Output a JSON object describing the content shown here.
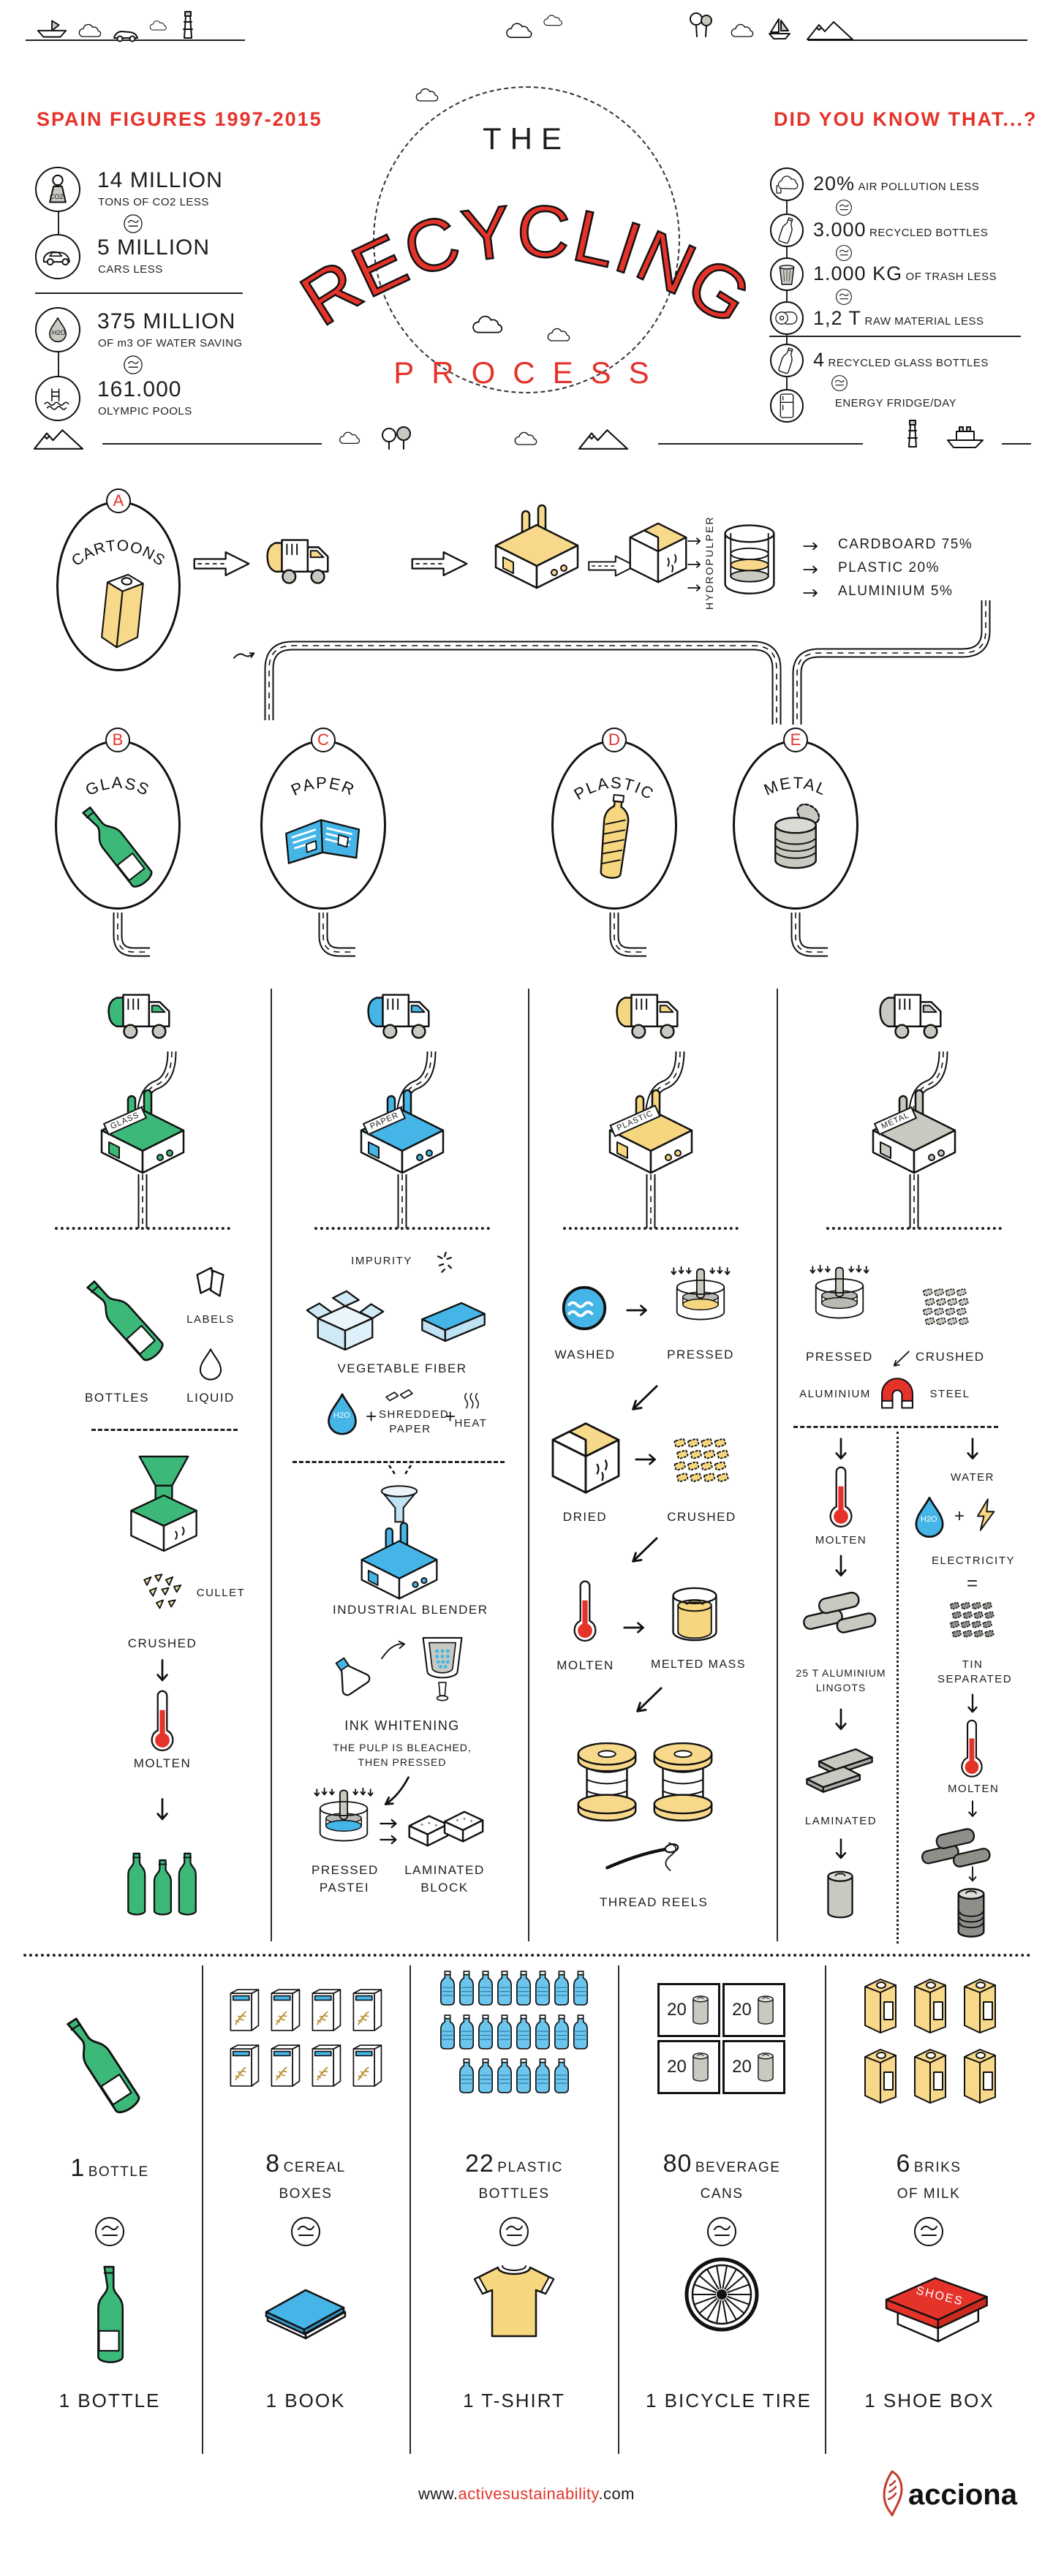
{
  "tokens": {
    "co2": "CO2",
    "h2o": "H2O"
  },
  "header": {
    "left": {
      "title": "SPAIN FIGURES 1997-2015",
      "items": [
        {
          "value": "14 MILLION",
          "label": "TONS OF CO2 LESS"
        },
        {
          "value": "5 MILLION",
          "label": "CARS LESS"
        },
        {
          "value": "375 MILLION",
          "label": "OF m3 OF WATER SAVING"
        },
        {
          "value": "161.000",
          "label": "OLYMPIC POOLS"
        }
      ]
    },
    "center": {
      "the": "THE",
      "recycling": "RECYCLING",
      "process": "PROCESS"
    },
    "right": {
      "title": "DID YOU KNOW THAT...?",
      "items": [
        {
          "value": "20%",
          "label": "AIR POLLUTION LESS"
        },
        {
          "value": "3.000",
          "label": "RECYCLED BOTTLES"
        },
        {
          "value": "1.000 KG",
          "label": "OF TRASH LESS"
        },
        {
          "value": "1,2 T",
          "label": "RAW MATERIAL LESS"
        },
        {
          "value": "4",
          "label": "RECYCLED GLASS BOTTLES"
        },
        {
          "value": "",
          "label": "ENERGY FRIDGE/DAY"
        }
      ]
    }
  },
  "section_a": {
    "badge": "A",
    "title": "CARTOONS",
    "hydropulper": "HYDROPULPER",
    "outputs": [
      "CARDBOARD 75%",
      "PLASTIC 20%",
      "ALUMINIUM 5%"
    ]
  },
  "circles": [
    {
      "badge": "B",
      "title": "GLASS"
    },
    {
      "badge": "C",
      "title": "PAPER"
    },
    {
      "badge": "D",
      "title": "PLASTIC"
    },
    {
      "badge": "E",
      "title": "METAL"
    }
  ],
  "glass": {
    "sign": "GLASS",
    "bottles": "BOTTLES",
    "labels": "LABELS",
    "liquid": "LIQUID",
    "cullet": "CULLET",
    "crushed": "CRUSHED",
    "molten": "MOLTEN"
  },
  "paper": {
    "sign": "PAPER",
    "impurity": "IMPURITY",
    "vegetable_fiber": "VEGETABLE FIBER",
    "plus": "+",
    "shredded1": "SHREDDED",
    "shredded2": "PAPER",
    "heat": "HEAT",
    "industrial_blender": "INDUSTRIAL BLENDER",
    "ink_whitening": "INK WHITENING",
    "note1": "THE PULP IS BLEACHED,",
    "note2": "THEN PRESSED",
    "pressed1": "PRESSED",
    "pressed2": "PASTEI",
    "laminated1": "LAMINATED",
    "laminated2": "BLOCK"
  },
  "plastic": {
    "sign": "PLASTIC",
    "washed": "WASHED",
    "pressed": "PRESSED",
    "dried": "DRIED",
    "crushed": "CRUSHED",
    "molten": "MOLTEN",
    "melted_mass": "MELTED MASS",
    "thread_reels": "THREAD REELS"
  },
  "metal": {
    "sign": "METAL",
    "pressed": "PRESSED",
    "crushed": "CRUSHED",
    "aluminium": "ALUMINIUM",
    "steel": "STEEL",
    "molten1": "MOLTEN",
    "water": "WATER",
    "plus": "+",
    "electricity": "ELECTRICITY",
    "equals": "=",
    "lingots1": "25 T ALUMINIUM",
    "lingots2": "LINGOTS",
    "laminated": "LAMINATED",
    "tin1": "TIN",
    "tin2": "SEPARATED",
    "molten2": "MOLTEN"
  },
  "equivalences": [
    {
      "value": "1",
      "label": "BOTTLE",
      "result": "1 BOTTLE"
    },
    {
      "value": "8",
      "label": "CEREAL",
      "label2": "BOXES",
      "result": "1 BOOK"
    },
    {
      "value": "22",
      "label": "PLASTIC",
      "label2": "BOTTLES",
      "result": "1 T-SHIRT"
    },
    {
      "value": "80",
      "label": "BEVERAGE",
      "label2": "CANS",
      "result": "1 BICYCLE TIRE",
      "box_count": "20"
    },
    {
      "value": "6",
      "label": "BRIKS",
      "label2": "OF MILK",
      "result": "1 SHOE BOX",
      "box_label": "SHOES"
    }
  ],
  "footer": {
    "url_prefix": "www.",
    "url_highlight": "activesustainability",
    "url_suffix": ".com",
    "brand": "acciona"
  }
}
